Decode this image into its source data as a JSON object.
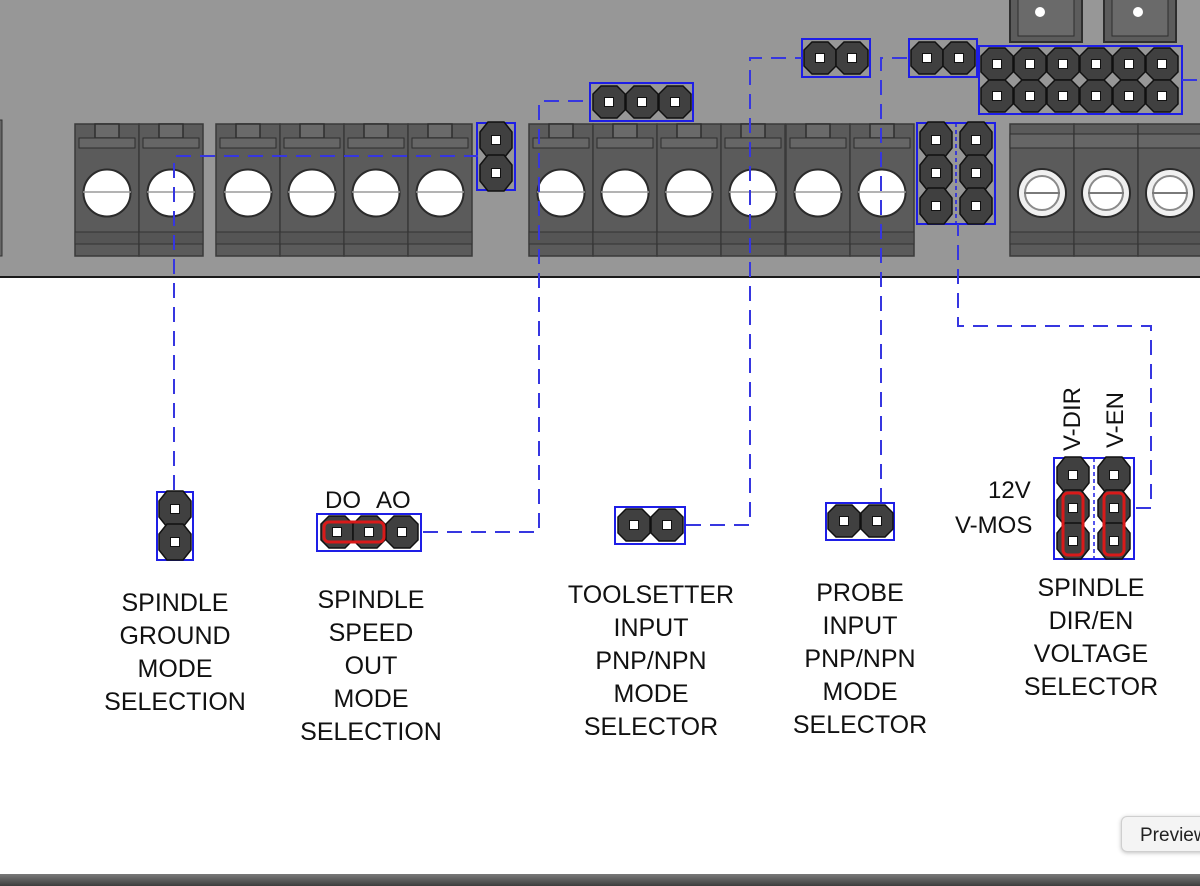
{
  "labels": {
    "spindle_ground": [
      "SPINDLE",
      "GROUND",
      "MODE",
      "SELECTION"
    ],
    "spindle_speed": [
      "SPINDLE",
      "SPEED",
      "OUT",
      "MODE",
      "SELECTION"
    ],
    "toolsetter": [
      "TOOLSETTER",
      "INPUT",
      "PNP/NPN",
      "MODE",
      "SELECTOR"
    ],
    "probe": [
      "PROBE",
      "INPUT",
      "PNP/NPN",
      "MODE",
      "SELECTOR"
    ],
    "spindle_dir_en": [
      "SPINDLE",
      "DIR/EN",
      "VOLTAGE",
      "SELECTOR"
    ]
  },
  "pin_labels": {
    "do": "DO",
    "ao": "AO",
    "v_dir": "V-DIR",
    "v_en": "V-EN",
    "v12": "12V",
    "vmos": "V-MOS"
  },
  "tooltip": "Preview",
  "colors": {
    "board": "#979797",
    "connector": "#5c5c5c",
    "pin_body": "#3f3f3f",
    "highlight_box": "#1e1ee6",
    "lead_line": "#3636e0",
    "jumper": "#d91a1a"
  }
}
